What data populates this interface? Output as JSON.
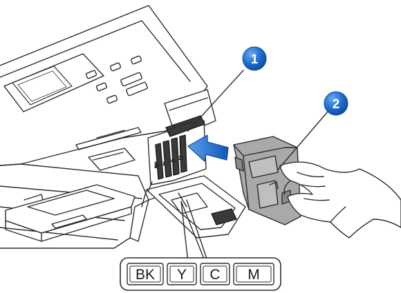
{
  "callouts": [
    {
      "number": "1"
    },
    {
      "number": "2"
    }
  ],
  "color_slots": [
    "BK",
    "Y",
    "C",
    "M"
  ],
  "slot_marks": [
    "BK",
    "Y",
    "C",
    "M"
  ],
  "colors": {
    "outline": "#2b2b2b",
    "fill": "#ffffff",
    "cartridge_gray": "#a9a9a9",
    "callout_blue": "#1565c0",
    "arrow_blue": "#1a6fd1"
  },
  "icons": [
    "printer-illustration",
    "ink-cartridge",
    "hand",
    "insertion-arrow"
  ]
}
